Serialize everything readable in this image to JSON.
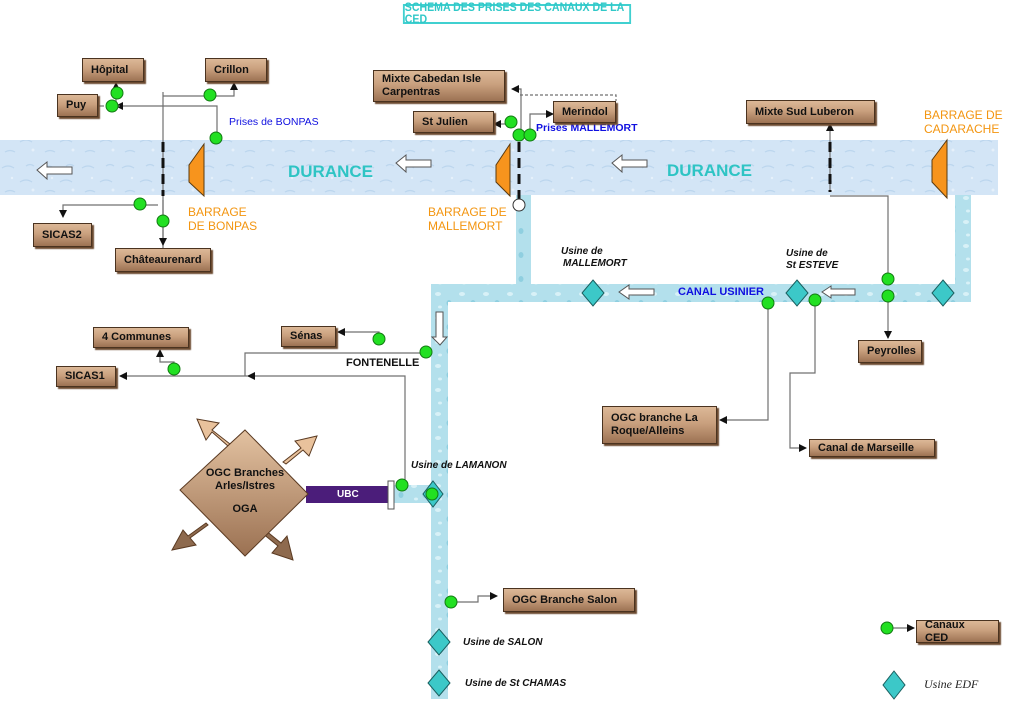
{
  "title": "SCHEMA DES PRISES DES CANAUX DE LA CED",
  "river": {
    "name_left": "DURANCE",
    "name_right": "DURANCE"
  },
  "barrages": {
    "bonpas": [
      "BARRAGE",
      "DE BONPAS"
    ],
    "mallemort": [
      "BARRAGE DE",
      "MALLEMORT"
    ],
    "cadarache": [
      "BARRAGE DE",
      "CADARACHE"
    ]
  },
  "prises": {
    "bonpas": "Prises de BONPAS",
    "mallemort": "Prises MALLEMORT"
  },
  "canal": {
    "name": "CANAL USINIER",
    "fontenelle": "FONTENELLE",
    "ubc": "UBC"
  },
  "canals": {
    "hopital": "Hôpital",
    "crillon": "Crillon",
    "puy": "Puy",
    "sicas2": "SICAS2",
    "chateaurenard": "Châteaurenard",
    "mixte_cabedan": [
      "Mixte Cabedan Isle",
      "Carpentras"
    ],
    "st_julien": "St Julien",
    "merindol": "Merindol",
    "mixte_sud_luberon": "Mixte Sud Luberon",
    "peyrolles": "Peyrolles",
    "ogc_roque": [
      "OGC branche La",
      "Roque/Alleins"
    ],
    "canal_marseille": "Canal de Marseille",
    "quatre_communes": "4 Communes",
    "senas": "Sénas",
    "sicas1": "SICAS1",
    "ogc_salon": "OGC Branche Salon",
    "oga": [
      "OGC Branches",
      "Arles/Istres",
      "OGA"
    ]
  },
  "usines": {
    "mallemort": [
      "Usine de",
      "MALLEMORT"
    ],
    "st_esteve": [
      "Usine de",
      "St ESTEVE"
    ],
    "lamanon": "Usine de LAMANON",
    "salon": "Usine de SALON",
    "st_chamas": "Usine de St CHAMAS"
  },
  "legend": {
    "canaux_ced": "Canaux CED",
    "usine_edf": "Usine EDF"
  },
  "colors": {
    "title": "#30c8c8",
    "river": "#cfe3f5",
    "canal": "#a9dce8",
    "barrage": "#f7941d",
    "prise_node": "#22dd22",
    "usine": "#3cc8c8",
    "ubc": "#4b1d7a",
    "box": "#c9a07e"
  }
}
